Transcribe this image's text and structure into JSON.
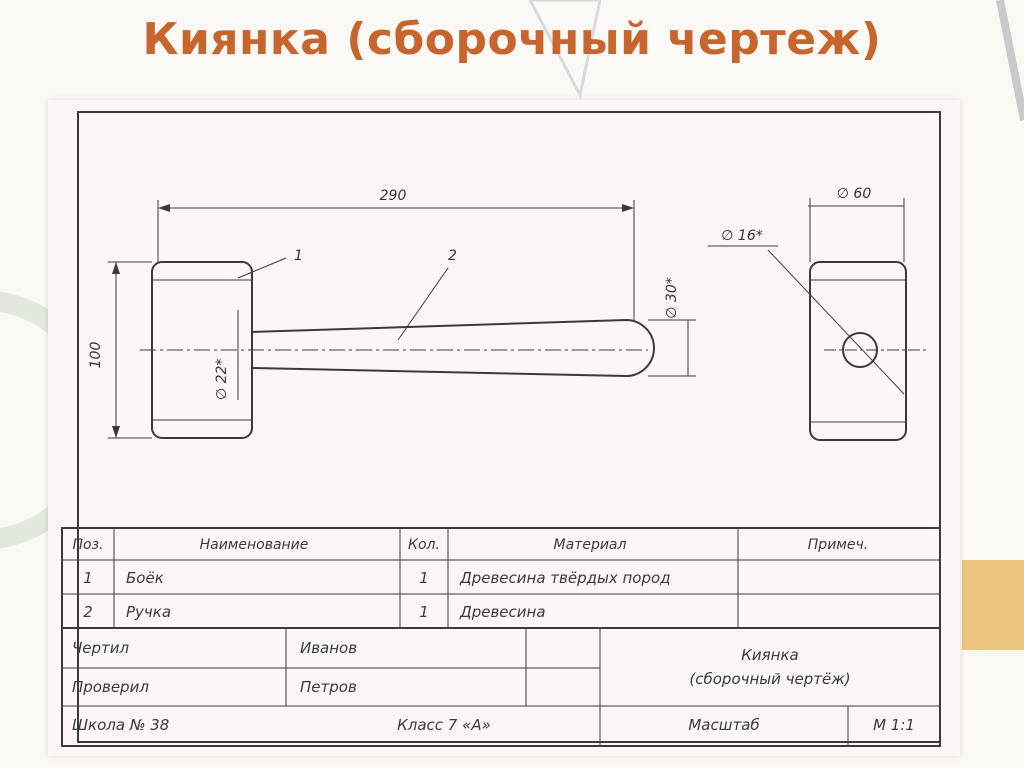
{
  "slide": {
    "title": "Киянка (сборочный чертеж)"
  },
  "drawing": {
    "dims": {
      "length": "290",
      "head_height": "100",
      "head_diameter": "∅ 60",
      "hole_diameter": "∅ 16*",
      "handle_end_diameter": "∅ 30*",
      "handle_neck_diameter": "∅ 22*"
    },
    "callouts": {
      "head": "1",
      "handle": "2"
    }
  },
  "spec_table": {
    "headers": {
      "pos": "Поз.",
      "name": "Наименование",
      "qty": "Кол.",
      "material": "Материал",
      "note": "Примеч."
    },
    "rows": [
      {
        "pos": "1",
        "name": "Боёк",
        "qty": "1",
        "material": "Древесина твёрдых пород",
        "note": ""
      },
      {
        "pos": "2",
        "name": "Ручка",
        "qty": "1",
        "material": "Древесина",
        "note": ""
      }
    ]
  },
  "title_block": {
    "drew_label": "Чертил",
    "drew_name": "Иванов",
    "checked_label": "Проверил",
    "checked_name": "Петров",
    "title_line1": "Киянка",
    "title_line2": "(сборочный чертёж)",
    "school": "Школа № 38",
    "class": "Класс 7 «А»",
    "scale_label": "Масштаб",
    "scale_value": "М 1:1"
  },
  "colors": {
    "title": "#c8652e",
    "line": "#3a3a3a",
    "paper": "#fdf6f6"
  }
}
